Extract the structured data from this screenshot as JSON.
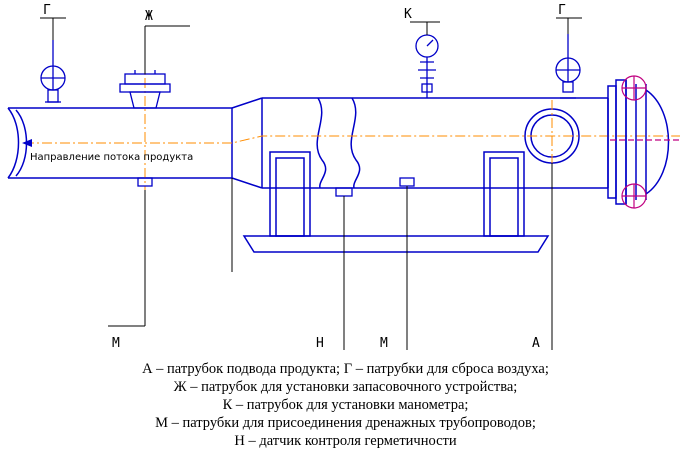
{
  "labels": {
    "g_left": "Г",
    "zh": "Ж",
    "k": "К",
    "g_right": "Г",
    "m_left": "М",
    "n": "Н",
    "m_right": "М",
    "a": "А"
  },
  "flow_text": "Направление потока продукта",
  "legend": [
    "А – патрубок подвода продукта; Г – патрубки для сброса воздуха;",
    "Ж – патрубок для установки запасовочного устройства;",
    "К – патрубок для установки манометра;",
    "М – патрубки для присоединения дренажных трубопроводов;",
    "Н – датчик контроля герметичности"
  ],
  "colors": {
    "drawing": "#0000c8",
    "axis": "#ff8c00",
    "flange": "#c00080",
    "leader": "#000000"
  }
}
